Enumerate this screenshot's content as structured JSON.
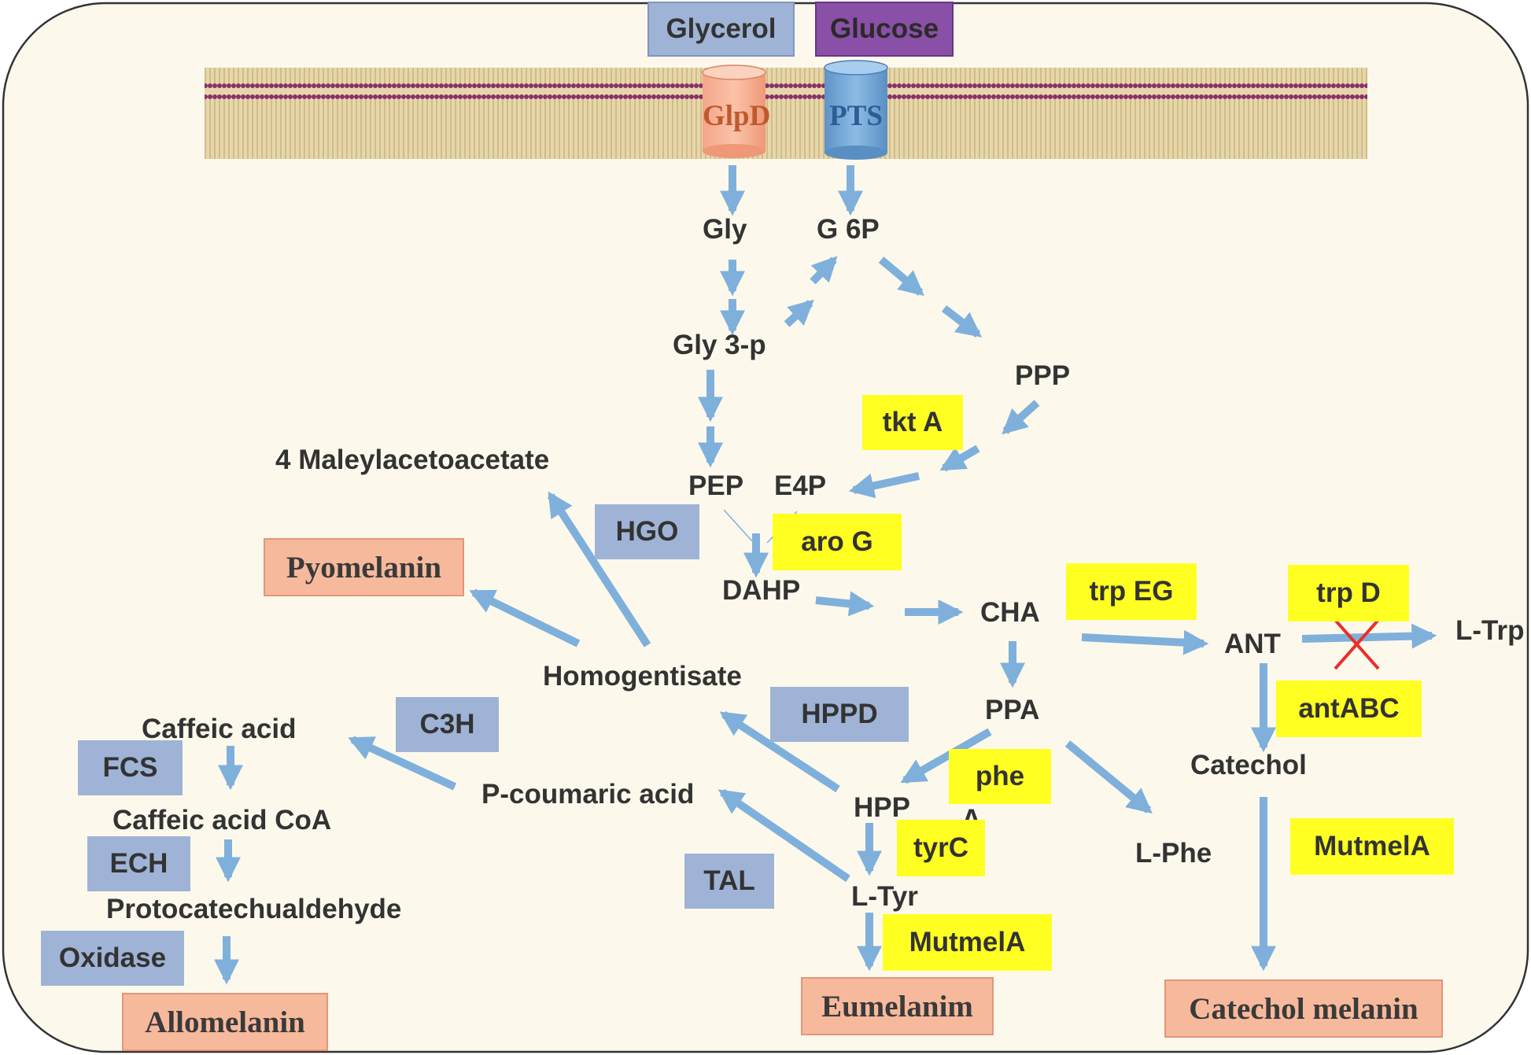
{
  "colors": {
    "cell_background": "#fcf9ec",
    "arrow": "#7fb0db",
    "membrane": "#d8c79a",
    "membrane_head": "#8a2f6a",
    "enzyme_blue": "#9fb3d6",
    "enzyme_yellow": "#ffff22",
    "product_box": "#f7b99c",
    "glucose_box": "#8a4fa6",
    "blocked_cross": "#e8302a"
  },
  "inputs": {
    "glycerol": "Glycerol",
    "glucose": "Glucose"
  },
  "transporters": {
    "glpd": "GlpD",
    "pts": "PTS"
  },
  "metabolites": {
    "gly": "Gly",
    "g6p": "G 6P",
    "gly3p": "Gly 3-p",
    "ppp": "PPP",
    "maleylacetoacetate": "4 Maleylacetoacetate",
    "pep": "PEP",
    "e4p": "E4P",
    "dahp": "DAHP",
    "cha": "CHA",
    "ant": "ANT",
    "ltrp": "L-Trp",
    "homogentisate": "Homogentisate",
    "ppa": "PPA",
    "caffeic_acid": "Caffeic acid",
    "catechol": "Catechol",
    "p_coumaric_acid": "P-coumaric acid",
    "hpp": "HPP",
    "caffeic_acid_coa": "Caffeic acid CoA",
    "lphe": "L-Phe",
    "ltyr": "L-Tyr",
    "protocatechualdehyde": "Protocatechualdehyde"
  },
  "enzymes_blue": {
    "hgo": "HGO",
    "c3h": "C3H",
    "hppd": "HPPD",
    "fcs": "FCS",
    "ech": "ECH",
    "tal": "TAL",
    "oxidase": "Oxidase"
  },
  "enzymes_yellow": {
    "tkta": "tkt A",
    "arog": "aro G",
    "trpeg": "trp EG",
    "trpd": "trp D",
    "antabc": "antABC",
    "phea_line1": "phe",
    "phea_line2": "A",
    "tyrc": "tyrC",
    "mutmela_right": "MutmelA",
    "mutmela_bottom": "MutmelA"
  },
  "products": {
    "pyomelanin": "Pyomelanin",
    "allomelanin": "Allomelanin",
    "eumelanin": "Eumelanim",
    "catechol_melanin": "Catechol melanin"
  }
}
